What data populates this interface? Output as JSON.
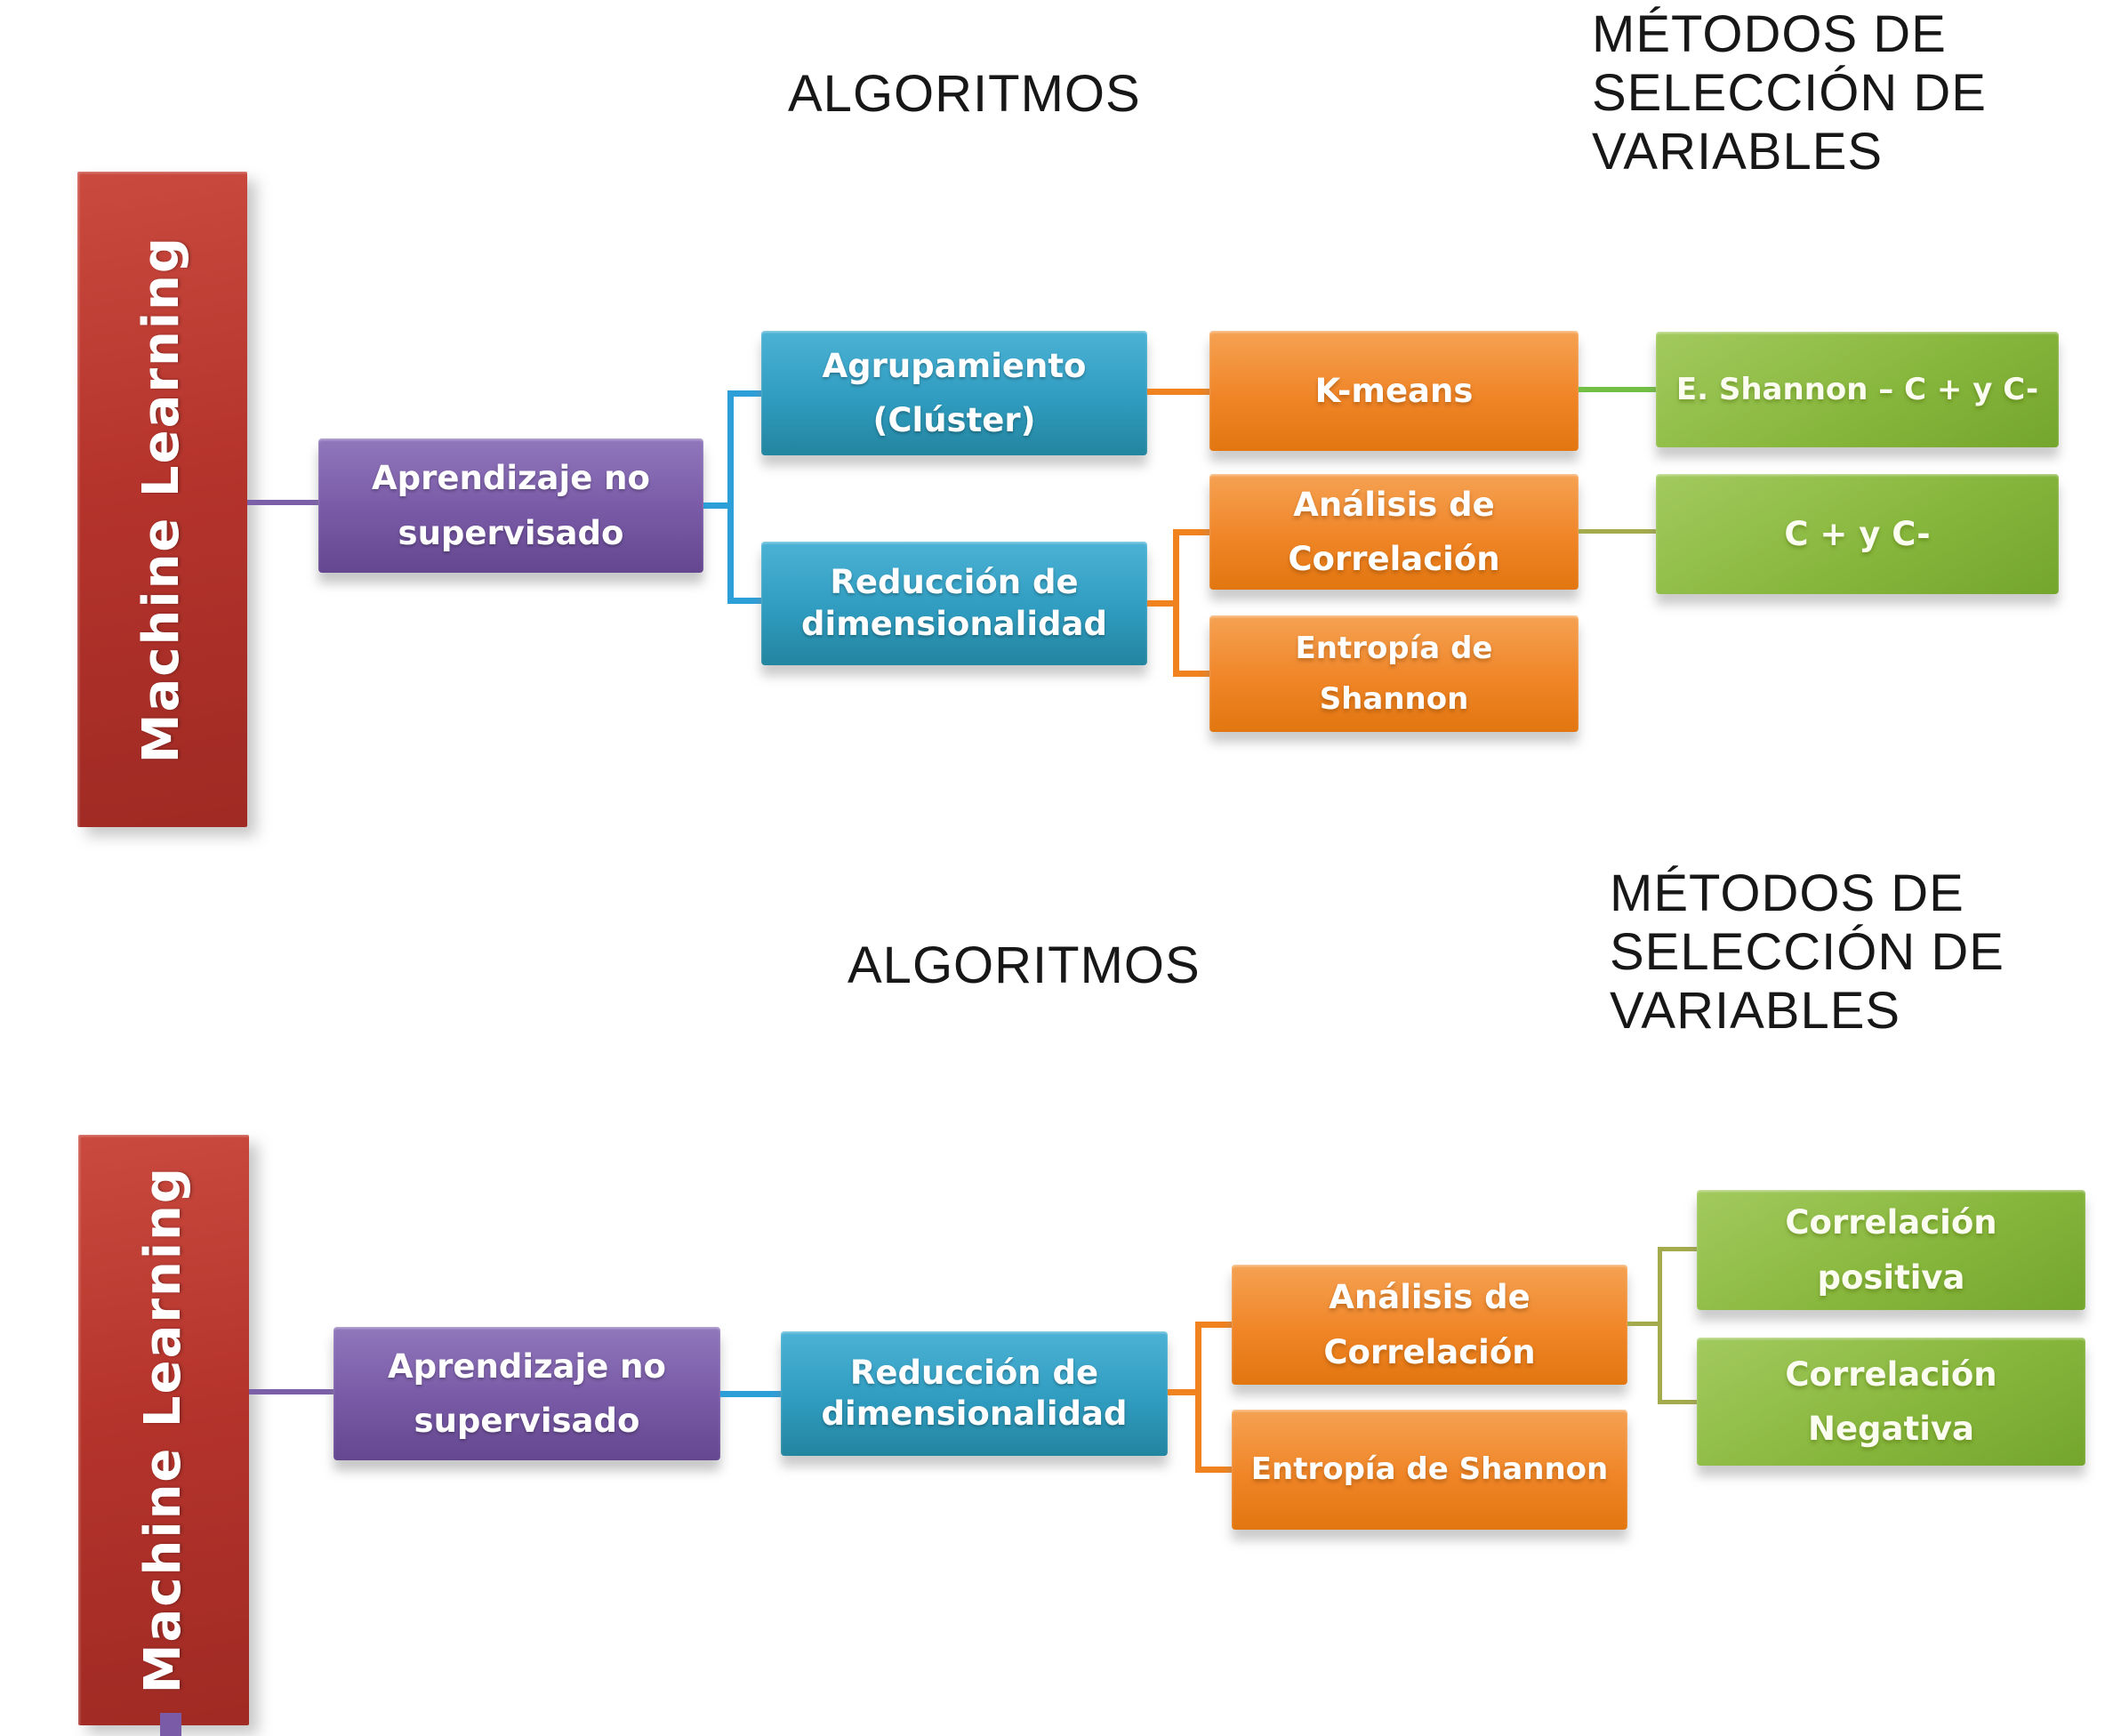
{
  "colors": {
    "root_red": "#b5342c",
    "level1_purple": "#7a5ba8",
    "algorithm_blue": "#2f9cc0",
    "method_orange": "#f08527",
    "selection_green": "#88b73d",
    "connector_blue": "#2d9fd8",
    "connector_orange": "#f0821f",
    "connector_green": "#72bf44",
    "connector_olive": "#a3ab4d",
    "title_text": "#171717",
    "background": "#ffffff"
  },
  "diagrams": [
    {
      "column_titles": {
        "algorithms": "ALGORITMOS",
        "selection_methods": "MÉTODOS DE\nSELECCIÓN DE\nVARIABLES"
      },
      "root": "Machine Learning",
      "learning_type": "Aprendizaje no supervisado",
      "algorithm_nodes": [
        "Agrupamiento (Clúster)",
        "Reducción de dimensionalidad"
      ],
      "method_nodes": [
        "K-means",
        "Análisis de Correlación",
        "Entropía de Shannon"
      ],
      "selection_nodes": [
        "E. Shannon – C + y C-",
        "C + y C-"
      ]
    },
    {
      "column_titles": {
        "algorithms": "ALGORITMOS",
        "selection_methods": "MÉTODOS DE\nSELECCIÓN DE\nVARIABLES"
      },
      "root": "Machine Learning",
      "learning_type": "Aprendizaje no supervisado",
      "algorithm_nodes": [
        "Reducción de dimensionalidad"
      ],
      "method_nodes": [
        "Análisis de Correlación",
        "Entropía de Shannon"
      ],
      "selection_nodes": [
        "Correlación positiva",
        "Correlación Negativa"
      ]
    }
  ]
}
